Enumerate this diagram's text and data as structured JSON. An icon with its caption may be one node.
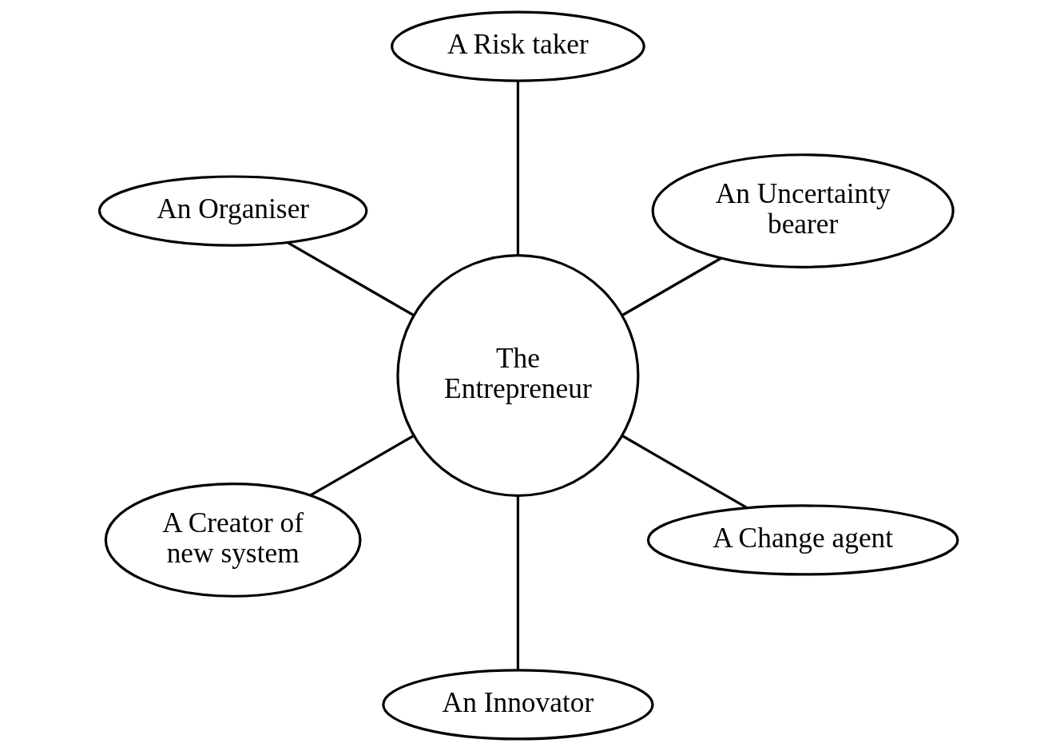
{
  "diagram": {
    "nodes": [
      {
        "text": [
          "The Entrepreneur"
        ]
      },
      {
        "text": [
          "An Uncertainty bearer"
        ]
      },
      {
        "text": [
          "A Risk taker"
        ]
      },
      {
        "text": [
          "An Organiser"
        ]
      },
      {
        "text": [
          "A Creator of new system"
        ]
      },
      {
        "text": [
          "An Innovator"
        ]
      },
      {
        "text": [
          "A Change agent"
        ]
      }
    ],
    "edges": [
      {
        "from": 0,
        "to": 1,
        "arrow": "none"
      },
      {
        "from": 0,
        "to": 2,
        "arrow": "none"
      },
      {
        "from": 0,
        "to": 3,
        "arrow": "none"
      },
      {
        "from": 0,
        "to": 4,
        "arrow": "none"
      },
      {
        "from": 0,
        "to": 5,
        "arrow": "none"
      },
      {
        "from": 0,
        "to": 6,
        "arrow": "none"
      }
    ]
  }
}
